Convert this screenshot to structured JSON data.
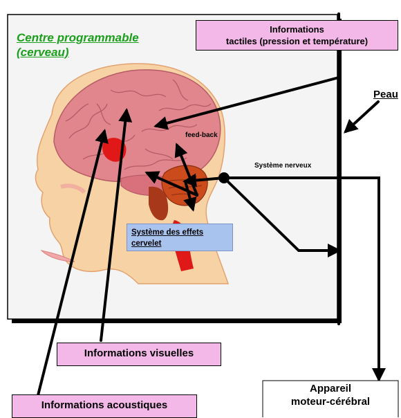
{
  "title": {
    "line1": "Centre programmable",
    "line2": "(cerveau)"
  },
  "labels": {
    "tactile_line1": "Informations",
    "tactile_line2": "tactiles (pression et température)",
    "skin": "Peau",
    "feedback": "feed-back",
    "nervous_system": "Système nerveux",
    "effects_line1": "Système des effets",
    "effects_line2": "cervelet",
    "visual": "Informations visuelles",
    "acoustic": "Informations acoustiques",
    "motor_line1": "Appareil",
    "motor_line2": "moteur-cérébral"
  },
  "colors": {
    "title_green": "#1aa01a",
    "label_pink": "#f4b8e8",
    "label_blue": "#a9c3ef",
    "brain_pink": "#e0868c",
    "cerebellum": "#cc4b1c",
    "spinal_red": "#e01818",
    "skin_tone": "#f7d2a4",
    "panel_bg": "#f4f4f4"
  }
}
